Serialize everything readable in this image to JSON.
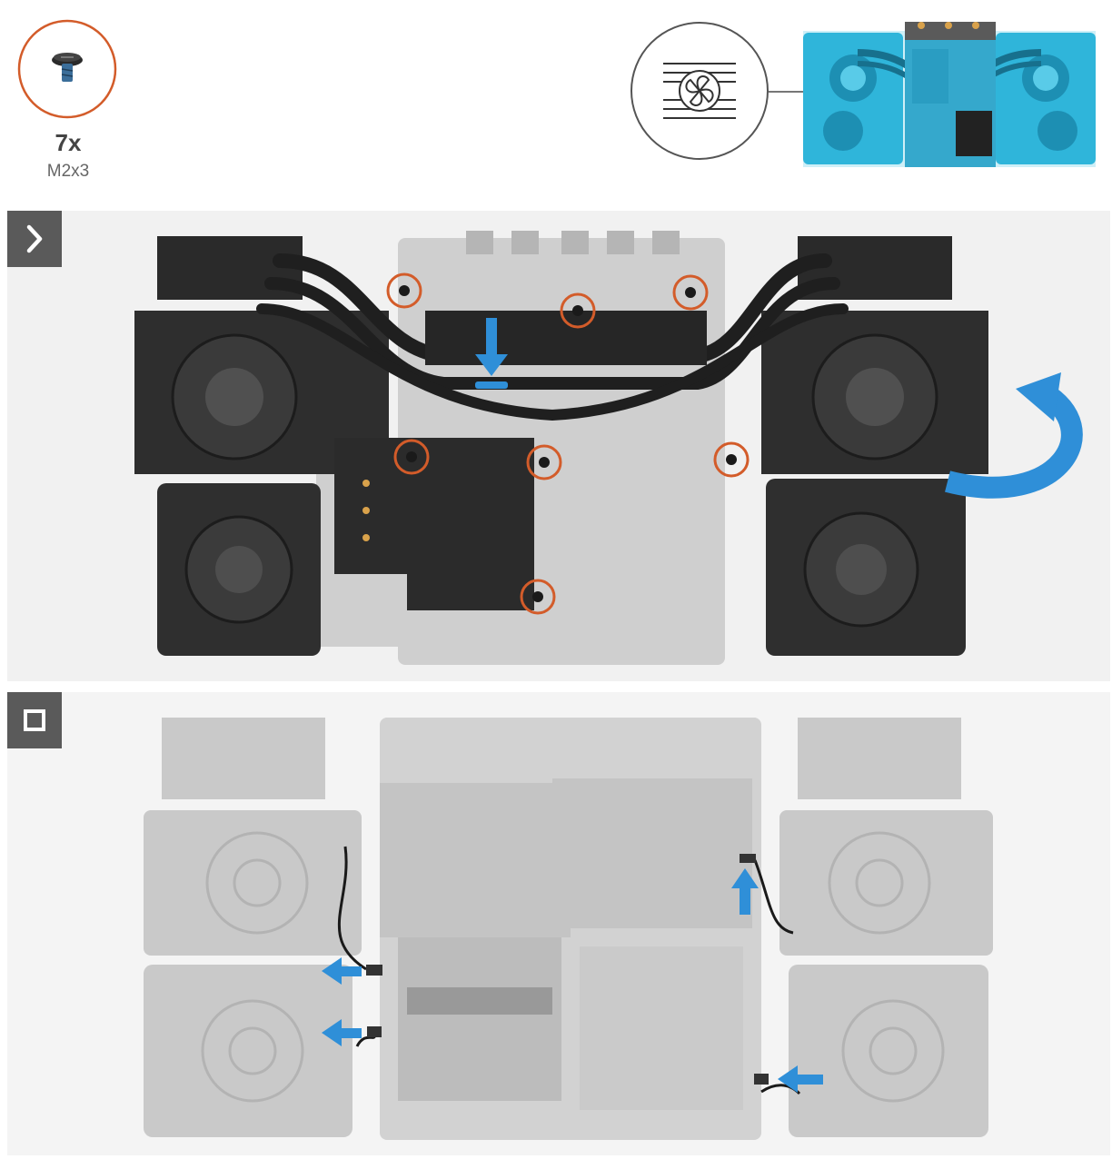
{
  "screw": {
    "count": "7x",
    "size": "M2x3"
  },
  "icons": {
    "screw": "screw-icon",
    "fan_heatsink": "fan-heatsink-icon",
    "next_step": "chevron-right-icon",
    "final_step": "square-stop-icon",
    "press_down": "arrow-down-icon",
    "lift_rotate": "rotate-arrow-icon",
    "disconnect": "arrow-icon"
  },
  "colors": {
    "screw_circle": "#d35c2a",
    "arrow_blue": "#2f8fd8",
    "locator_cyan": "#3dbfe0",
    "heatsink_dark": "#2b2b2b",
    "board_faded": "#c6c6c6"
  },
  "steps": [
    {
      "id": 1,
      "action": "remove-screws",
      "screw_circles": 7
    },
    {
      "id": 2,
      "action": "disconnect-fan-cables",
      "arrows": 4
    }
  ]
}
